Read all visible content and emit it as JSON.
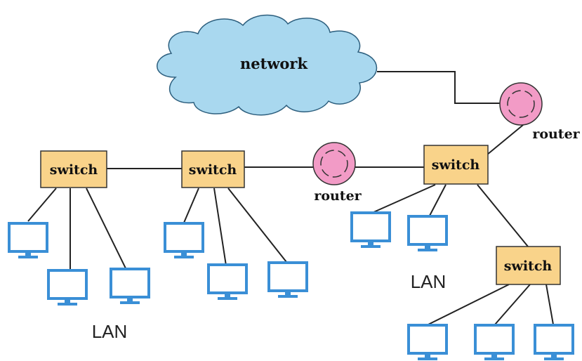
{
  "labels": {
    "cloud": "network",
    "switch": "switch",
    "router": "router",
    "lan": "LAN"
  },
  "colors": {
    "cloud_fill": "#a9d8ef",
    "cloud_stroke": "#2d5f7e",
    "switch_fill": "#f9d38a",
    "switch_stroke": "#333333",
    "router_fill": "#f29bc6",
    "router_stroke": "#333333",
    "monitor_stroke": "#3a8fd6",
    "link_stroke": "#222222"
  },
  "icons": {
    "cloud": "cloud-icon",
    "switch": "switch-icon",
    "router": "router-icon",
    "computer": "monitor-icon"
  }
}
